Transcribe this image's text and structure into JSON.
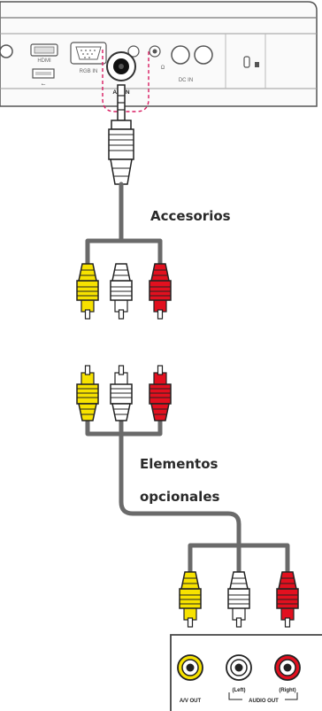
{
  "projector": {
    "hdmi_label": "HDMI",
    "rgb_label": "RGB IN",
    "av_in_label": "A/V IN"
  },
  "labels": {
    "accessories": "Accesorios",
    "optional_line1": "Elementos",
    "optional_line2": "opcionales"
  },
  "device": {
    "av_out_label": "A/V OUT",
    "left_label": "(Left)",
    "right_label": "(Right)",
    "audio_out_label": "AUDIO OUT"
  },
  "colors": {
    "yellow": "#f7e200",
    "white": "#ffffff",
    "red": "#e2101f",
    "cable": "#6a6a6a",
    "highlight": "#d81b60"
  }
}
